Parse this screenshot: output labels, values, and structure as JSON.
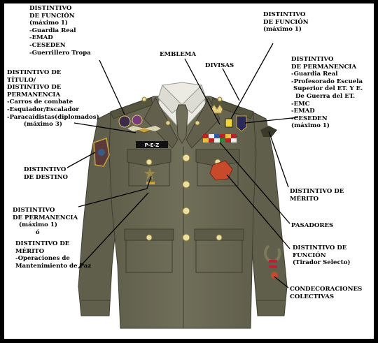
{
  "labels": {
    "funcion_left": [
      "DISTINTIVO",
      "DE FUNCIÓN",
      "(máximo 1)",
      "-Guardia Real",
      "-EMAD",
      "-CESEDEN",
      "-Guerrillero Tropa"
    ],
    "titulo": [
      "DISTINTIVO DE",
      "TÍTULO/",
      "DISTINTIVO DE",
      "PERMANENCIA",
      "-Carros de combate",
      "-Esquiador/Escalador",
      "-Paracaidistas(diplomados)",
      "        (máximo 3)"
    ],
    "destino": [
      "DISTINTIVO",
      "DE DESTINO"
    ],
    "permanencia_left": [
      "DISTINTIVO",
      "DE PERMANENCIA",
      "   (máximo 1)",
      "           ó"
    ],
    "merito_left": [
      "DISTINTIVO DE",
      "MÉRITO",
      "-Operaciones de",
      "Mantenimiento de Paz"
    ],
    "emblema": [
      "EMBLEMA"
    ],
    "divisas": [
      "DIVISAS"
    ],
    "funcion_top_right": [
      "DISTINTIVO",
      "DE FUNCIÓN",
      "(máximo 1)"
    ],
    "permanencia_right": [
      "DISTINTIVO",
      "DE PERMANENCIA",
      "-Guardia Real",
      "-Profesorado Escuela",
      " Superior del ET. Y E.",
      "  De Guerra del ET.",
      "-EMC",
      "-EMAD",
      "-CESEDEN",
      "(máximo 1)"
    ],
    "merito_right": [
      "DISTINTIVO DE",
      "MÉRITO"
    ],
    "pasadores": [
      "PASADORES"
    ],
    "funcion_bottom_right": [
      "DISTINTIVO DE",
      "FUNCIÓN",
      "(Tirador Selecto)"
    ],
    "condecoraciones": [
      "CONDECORACIONES",
      "COLECTIVAS"
    ]
  },
  "nametag": {
    "text": "P-E-Z"
  },
  "colors": {
    "jacket": "#6b6a55",
    "jacket_dark": "#55543f",
    "shirt": "#e9e9e1",
    "tie": "#6f6e5a",
    "button": "#e8dc9a",
    "background": "#ffffff",
    "frame": "#000000"
  }
}
